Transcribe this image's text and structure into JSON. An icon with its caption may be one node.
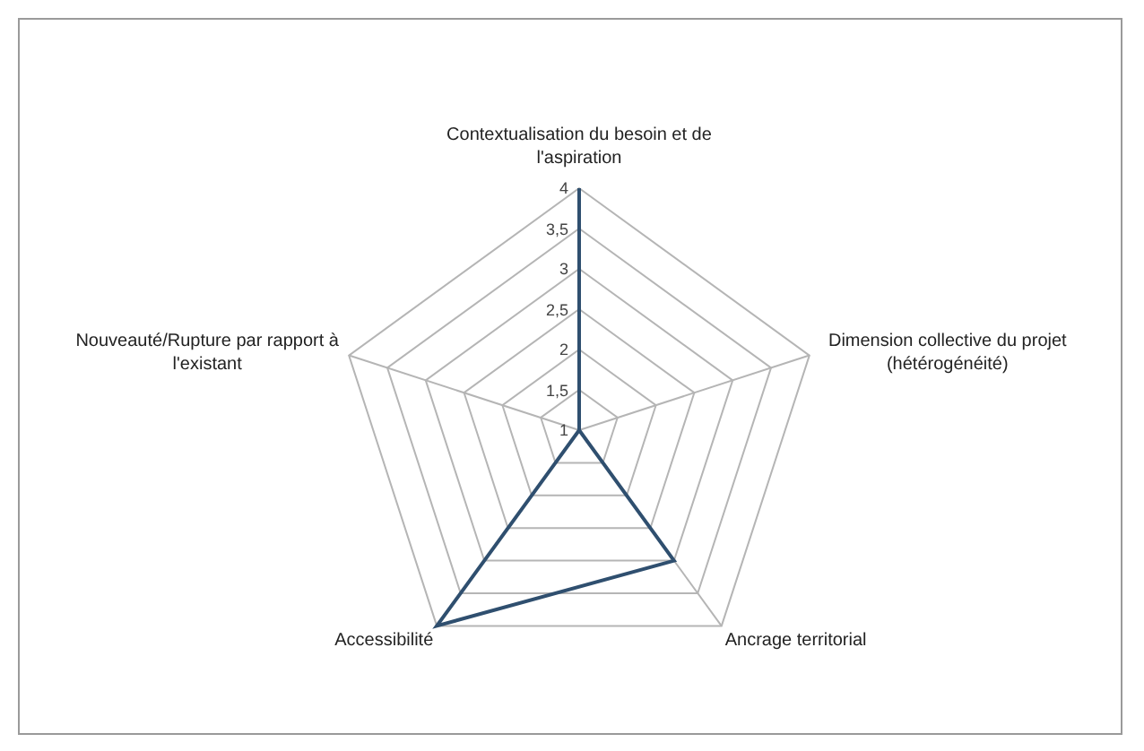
{
  "diagram": {
    "labels": [
      "Contextualisation du besoin et de l'aspiration",
      "4",
      "3,5",
      "3",
      "2,5",
      "2",
      "1,5",
      "1",
      "Nouveauté/Rupture par rapport à l'existant",
      "Dimension collective du projet (hétérogénéité)",
      "Accessibilité",
      "Ancrage territorial"
    ]
  }
}
